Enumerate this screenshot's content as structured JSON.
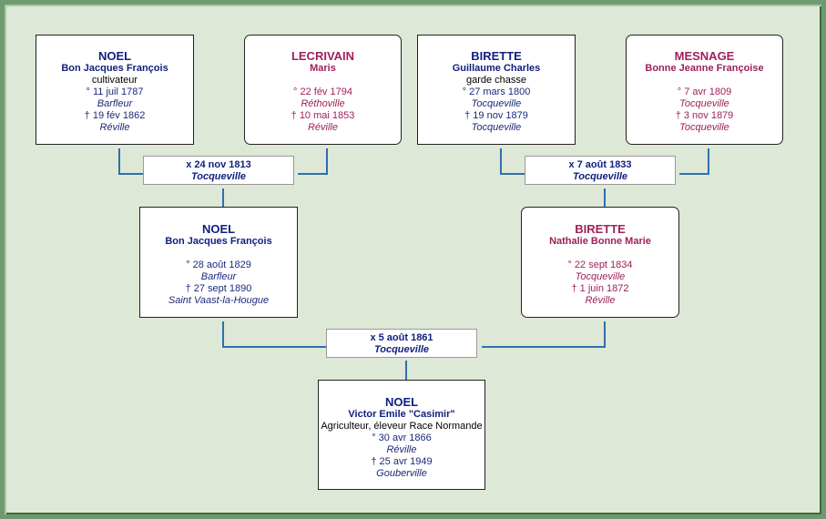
{
  "grandparents": [
    {
      "surname": "NOEL",
      "given": "Bon Jacques François",
      "occupation": "cultivateur",
      "birth": "° 11 juil 1787",
      "birth_place": "Barfleur",
      "death": "† 19 fév 1862",
      "death_place": "Réville",
      "sex": "male"
    },
    {
      "surname": "LECRIVAIN",
      "given": "Maris",
      "occupation": "",
      "birth": "° 22 fév 1794",
      "birth_place": "Réthoville",
      "death": "† 10 mai 1853",
      "death_place": "Réville",
      "sex": "female"
    },
    {
      "surname": "BIRETTE",
      "given": "Guillaume Charles",
      "occupation": "garde chasse",
      "birth": "° 27 mars 1800",
      "birth_place": "Tocqueville",
      "death": "† 19 nov 1879",
      "death_place": "Tocqueville",
      "sex": "male"
    },
    {
      "surname": "MESNAGE",
      "given": "Bonne Jeanne Françoise",
      "occupation": "",
      "birth": "° 7 avr 1809",
      "birth_place": "Tocqueville",
      "death": "† 3 nov 1879",
      "death_place": "Tocqueville",
      "sex": "female"
    }
  ],
  "marriages_top": [
    {
      "date": "x 24 nov 1813",
      "place": "Tocqueville"
    },
    {
      "date": "x 7 août 1833",
      "place": "Tocqueville"
    }
  ],
  "parents": [
    {
      "surname": "NOEL",
      "given": "Bon Jacques François",
      "birth": "° 28 août 1829",
      "birth_place": "Barfleur",
      "death": "† 27 sept 1890",
      "death_place": "Saint Vaast-la-Hougue",
      "sex": "male"
    },
    {
      "surname": "BIRETTE",
      "given": "Nathalie Bonne Marie",
      "birth": "° 22 sept 1834",
      "birth_place": "Tocqueville",
      "death": "† 1 juin 1872",
      "death_place": "Réville",
      "sex": "female"
    }
  ],
  "marriage_parents": {
    "date": "x 5 août 1861",
    "place": "Tocqueville"
  },
  "subject": {
    "surname": "NOEL",
    "given": "Victor Emile \"Casimir\"",
    "occupation": "Agriculteur, éleveur Race Normande",
    "birth": "° 30 avr 1866",
    "birth_place": "Réville",
    "death": "† 25 avr 1949",
    "death_place": "Gouberville"
  },
  "colors": {
    "male": "#102080",
    "female": "#a0205a",
    "connector": "#2e6fb0",
    "background": "#dde8d6",
    "frame": "#6f9a6f"
  }
}
